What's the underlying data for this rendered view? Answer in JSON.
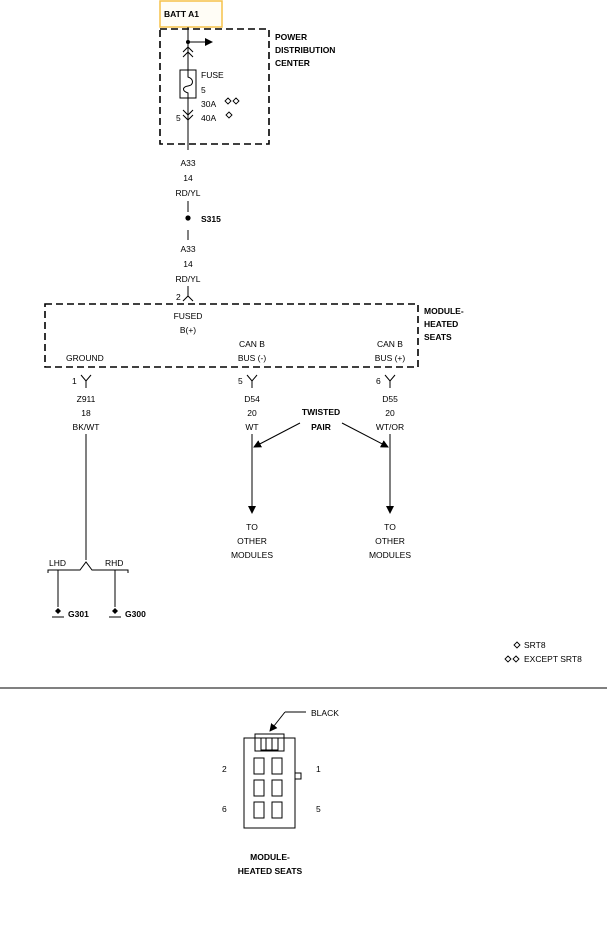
{
  "source": {
    "label": "BATT A1",
    "highlight": "#f5c24a"
  },
  "pdc": {
    "title_lines": [
      "POWER",
      "DISTRIBUTION",
      "CENTER"
    ],
    "fuse_label": "FUSE",
    "fuse_number": "5",
    "rating_srt8": "30A",
    "rating_except": "40A",
    "cavity": "5"
  },
  "wire_a33_top": {
    "circuit": "A33",
    "gauge": "14",
    "color": "RD/YL"
  },
  "splice": {
    "label": "S315"
  },
  "wire_a33_bottom": {
    "circuit": "A33",
    "gauge": "14",
    "color": "RD/YL"
  },
  "module": {
    "title_lines": [
      "MODULE-",
      "HEATED",
      "SEATS"
    ],
    "fused_lines": [
      "FUSED",
      "B(+)"
    ],
    "fused_pin": "2",
    "ground_label": "GROUND",
    "can_minus_lines": [
      "CAN B",
      "BUS (-)"
    ],
    "can_plus_lines": [
      "CAN B",
      "BUS (+)"
    ],
    "pins": {
      "ground": "1",
      "can_minus": "5",
      "can_plus": "6"
    }
  },
  "wire_z911": {
    "circuit": "Z911",
    "gauge": "18",
    "color": "BK/WT"
  },
  "wire_d54": {
    "circuit": "D54",
    "gauge": "20",
    "color": "WT"
  },
  "wire_d55": {
    "circuit": "D55",
    "gauge": "20",
    "color": "WT/OR"
  },
  "twisted_pair_lines": [
    "TWISTED",
    "PAIR"
  ],
  "destination_minus_lines": [
    "TO",
    "OTHER",
    "MODULES"
  ],
  "destination_plus_lines": [
    "TO",
    "OTHER",
    "MODULES"
  ],
  "grounds": {
    "lhd_label": "LHD",
    "rhd_label": "RHD",
    "lhd_ground": "G301",
    "rhd_ground": "G300"
  },
  "legend": {
    "single_diamond": "SRT8",
    "double_diamond": "EXCEPT SRT8"
  },
  "connector": {
    "callout": "BLACK",
    "pin_labels": {
      "p2": "2",
      "p1": "1",
      "p6": "6",
      "p5": "5"
    },
    "title_lines": [
      "MODULE-",
      "HEATED SEATS"
    ]
  }
}
